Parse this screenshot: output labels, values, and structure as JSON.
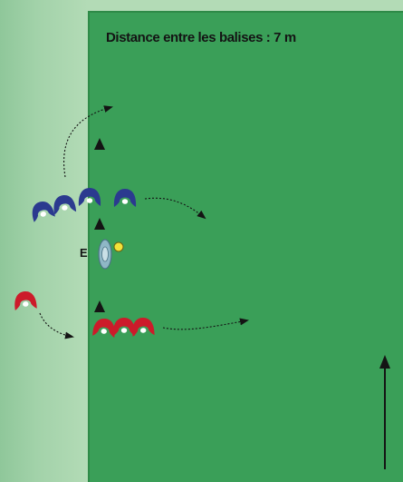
{
  "diagram": {
    "caption": "Distance entre les balises : 7 m",
    "educator_label": "E"
  },
  "colors": {
    "field": "#3a9f58",
    "surround": "#a6d3ac",
    "team_blue": "#2b3a8f",
    "team_red": "#cc1b2a",
    "educator": "#8fb7c6",
    "ball": "#f2e23a"
  },
  "icons": {
    "forward_arrow": "long-up-arrow",
    "cone": "triangle-cone"
  }
}
